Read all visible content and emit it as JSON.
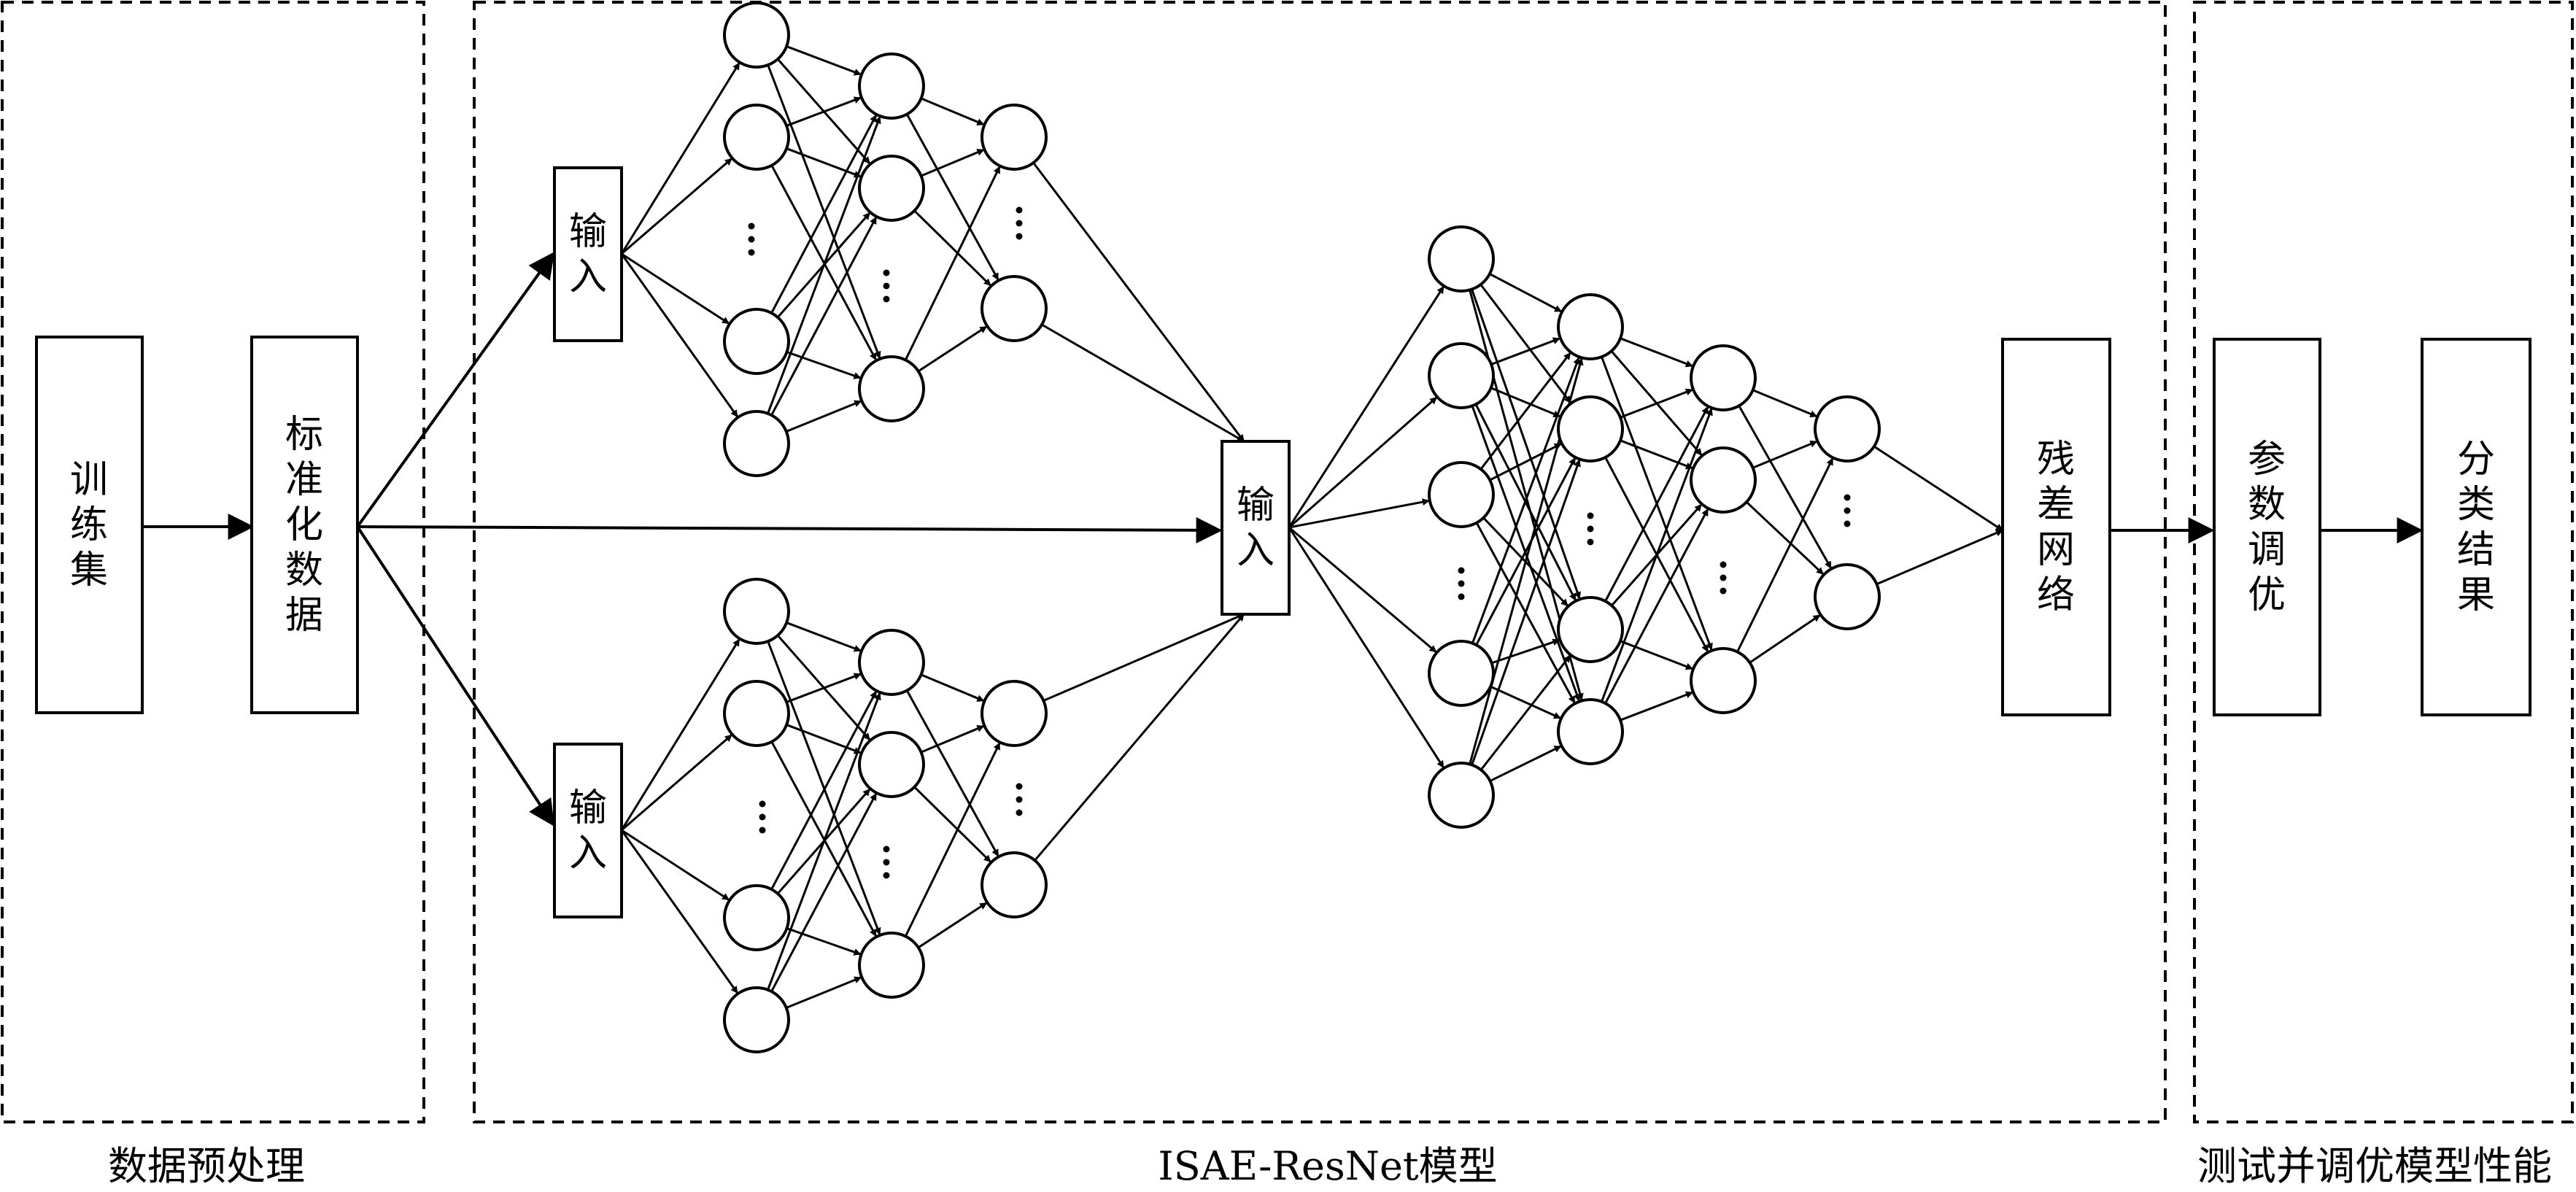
{
  "sections": {
    "preprocess": "数据预处理",
    "model": "ISAE-ResNet模型",
    "testing": "测试并调优模型性能"
  },
  "boxes": {
    "training_set": "训练集",
    "standardized_data": "标准化数据",
    "input_top": "输入",
    "input_bottom": "输入",
    "input_center": "输入",
    "residual_network": "残差网络",
    "param_tuning": "参数调优",
    "classification_result": "分类结果"
  },
  "colors": {
    "stroke": "#000000",
    "background": "#ffffff"
  }
}
